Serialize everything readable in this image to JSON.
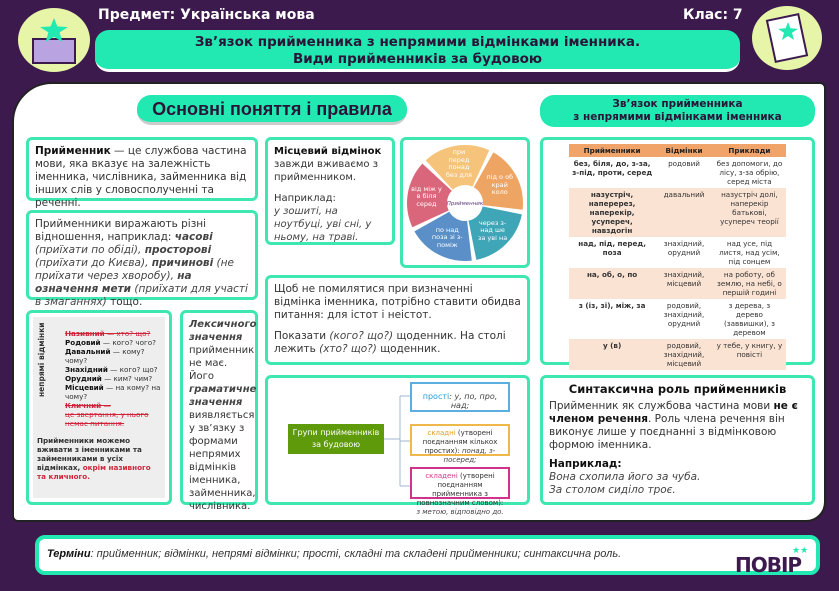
{
  "header": {
    "subject": "Предмет: Українська мова",
    "grade": "Клас: 7",
    "title_line1": "Зв’язок прийменника з непрямими відмінками іменника.",
    "title_line2": "Види прийменників за будовою"
  },
  "section_left": {
    "title": "Основні поняття і правила"
  },
  "section_right": {
    "title_line1": "Зв’язок прийменника",
    "title_line2": "з непрямими відмінками іменника"
  },
  "definition": {
    "term": "Прийменник",
    "text": " — це службова частина мови, яка вказує на залежність іменника, числівника, займенника від інших слів у словосполученні та реченні."
  },
  "relations": {
    "intro": "Прийменники виражають різні відношення, наприклад: ",
    "t1": "часові",
    "e1": " (приїхати по обіді), ",
    "t2": "просторові",
    "e2": " (приїхати до Києва), ",
    "t3": "причинові",
    "e3": " (не приїхати через хворобу), ",
    "t4": "на означення мети",
    "e4": " (приїхати для участі в змаганнях)",
    "end": " тощо."
  },
  "cases": {
    "side_label": "непрямі відмінки",
    "items": [
      {
        "name": "Називний",
        "q": " — хто? що?",
        "struck": true
      },
      {
        "name": "Родовий",
        "q": " — кого? чого?"
      },
      {
        "name": "Давальний",
        "q": " — кому? чому?"
      },
      {
        "name": "Знахідний",
        "q": " — кого? що?"
      },
      {
        "name": "Орудний",
        "q": " — ким? чим?"
      },
      {
        "name": "Місцевий",
        "q": " — на кому? на чому?"
      }
    ],
    "vocative": "Кличний —",
    "vocative_note": "це звертання, у нього немає питання.",
    "note": "Прийменники можемо вживати з іменниками та займенниками в усіх відмінках, ",
    "note_red": "окрім називного та кличного."
  },
  "lexical": {
    "t1": "Лексичного значення",
    "p1": " прийменник не має. Його ",
    "t2": "граматичне значення",
    "p2": " виявляється у зв’язку з формами непрямих відмінків іменника, займенника, числівника."
  },
  "locative": {
    "title": "Місцевий відмінок",
    "text": "завжди вживаємо з прийменником.",
    "example_label": "Наприклад:",
    "example": "у зошиті, на ноутбуці, уві сні, у ньому, на траві."
  },
  "pie": {
    "center": "Прийменник",
    "segments": [
      {
        "words": "при перед понад без для",
        "color": "#f6c37b"
      },
      {
        "words": "під о об край коло",
        "color": "#eea564"
      },
      {
        "words": "через з-над ше за уві на",
        "color": "#3fa6b8"
      },
      {
        "words": "по над поза зі з-поміж",
        "color": "#5b8fc7"
      },
      {
        "words": "від між у в біля серед",
        "color": "#d9667a"
      }
    ]
  },
  "question_tip": {
    "p1": "Щоб не помилятися при визначенні відмінка іменника, потрібно ставити обидва питання: для істот і неістот.",
    "p2a": "Показати ",
    "p2q": "(кого? що?)",
    "p2b": " щоденник. На столі лежить ",
    "p2q2": "(хто? що?)",
    "p2c": " щоденник."
  },
  "groups": {
    "root": "Групи прийменників за будовою",
    "simple_label": "прості",
    "simple_ex": ": у, по, про, над;",
    "compound_label": "складні",
    "compound_desc": " (утворені поєднанням кількох простих): ",
    "compound_ex": "понад, з-посеред;",
    "composite_label": "складені",
    "composite_desc": " (утворені поєднанням прийменника з повнозначним словом): ",
    "composite_ex": "з метою, відповідно до."
  },
  "table": {
    "headers": [
      "Прийменники",
      "Відмінки",
      "Приклади"
    ],
    "rows": [
      [
        "без, біля, до, з-за, з-під, проти, серед",
        "родовий",
        "без допомоги, до лісу, з-за обрію, серед міста"
      ],
      [
        "назустріч, наперерез, наперекір, усупереч, навздогін",
        "давальний",
        "назустріч долі, наперекір батькові, усупереч теорії"
      ],
      [
        "над, під, перед, поза",
        "знахідний, орудний",
        "над усе, під листя, над усім, під сонцем"
      ],
      [
        "на, об, о, по",
        "знахідний, місцевий",
        "на роботу, об землю, на небі, о першій годині"
      ],
      [
        "з (із, зі), між, за",
        "родовий, знахідний, орудний",
        "з дерева, з дерево (заввишки), з деревом"
      ],
      [
        "у (в)",
        "родовий, знахідний, місцевий",
        "у тебе, у книгу, у повісті"
      ]
    ]
  },
  "syntax": {
    "title": "Синтаксична роль прийменників",
    "p1": "Прийменник як службова частина мови ",
    "p1b": "не є членом речення",
    "p1c": ". Роль члена речення він виконує лише у поєднанні з відмінковою формою іменника.",
    "example_label": "Наприклад:",
    "ex1": "Вона схопила його за чуба.",
    "ex2": "За столом сиділо троє."
  },
  "footer": {
    "label": "Терміни",
    "text": ": прийменник; відмінки, непрямі відмінки; прості, складні та складені прийменники; синтаксична роль."
  },
  "brand": {
    "logo": "ПОВІР"
  }
}
